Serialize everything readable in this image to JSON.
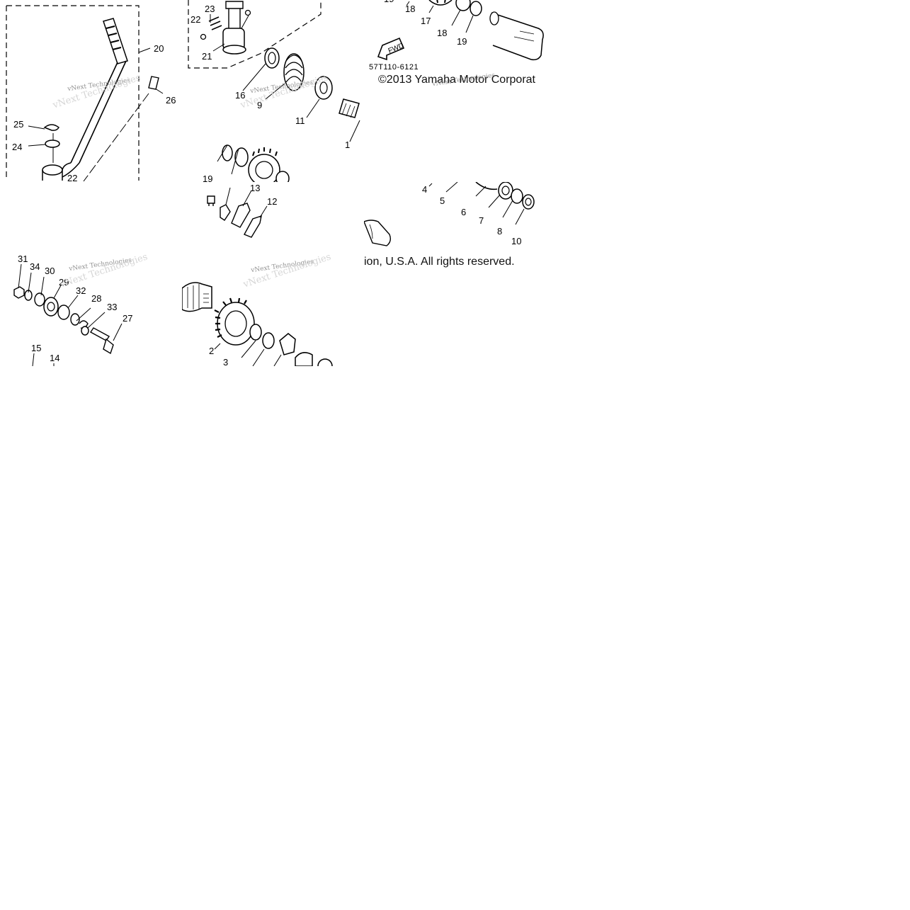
{
  "diagram": {
    "watermark": "vNext Technologies",
    "copyright_line1": "©2013 Yamaha Motor Corporat",
    "copyright_line2": "ion, U.S.A. All rights reserved.",
    "drawing_code": "57T110-6121",
    "fwd_arrow_label": "FWD",
    "callouts": {
      "c1": "1",
      "c2": "2",
      "c3": "3",
      "c4": "4",
      "c5": "5",
      "c6": "6",
      "c7": "7",
      "c8": "8",
      "c9": "9",
      "c10": "10",
      "c11": "11",
      "c12": "12",
      "c13": "13",
      "c14": "14",
      "c15": "15",
      "c16": "16",
      "c17": "17",
      "c18": "18",
      "c19": "19",
      "c20": "20",
      "c21": "21",
      "c22": "22",
      "c23": "23",
      "c24": "24",
      "c25": "25",
      "c26": "26",
      "c27": "27",
      "c28": "28",
      "c29": "29",
      "c30": "30",
      "c31": "31",
      "c32": "32",
      "c33": "33",
      "c34": "34"
    }
  }
}
